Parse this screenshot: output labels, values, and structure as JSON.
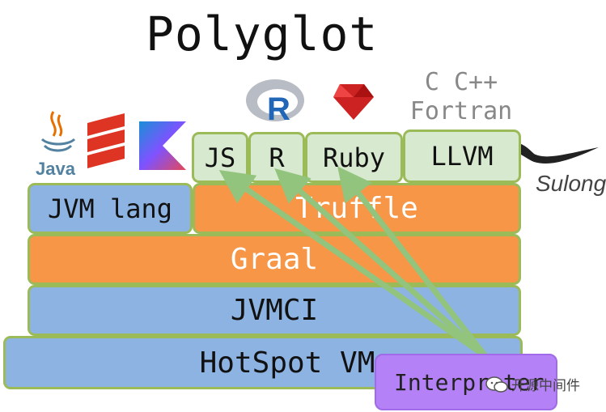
{
  "title": "Polyglot",
  "languages": [
    "JS",
    "R",
    "Ruby",
    "LLVM"
  ],
  "llvm_sources": [
    "C C++",
    "Fortran"
  ],
  "jvm_lang": "JVM lang",
  "layers": {
    "truffle": "Truffle",
    "graal": "Graal",
    "jvmci": "JVMCI",
    "hotspot": "HotSpot VM"
  },
  "interpreter": "Interpreter",
  "logos": {
    "java": "Java",
    "sulong": "Sulong"
  },
  "watermark": "开源中间件",
  "colors": {
    "blue": "#8db3e2",
    "orange": "#f79646",
    "green_block": "#d7e9cf",
    "border": "#9bbb59",
    "arrow": "#93c47d",
    "interpreter": "#b481f6"
  }
}
